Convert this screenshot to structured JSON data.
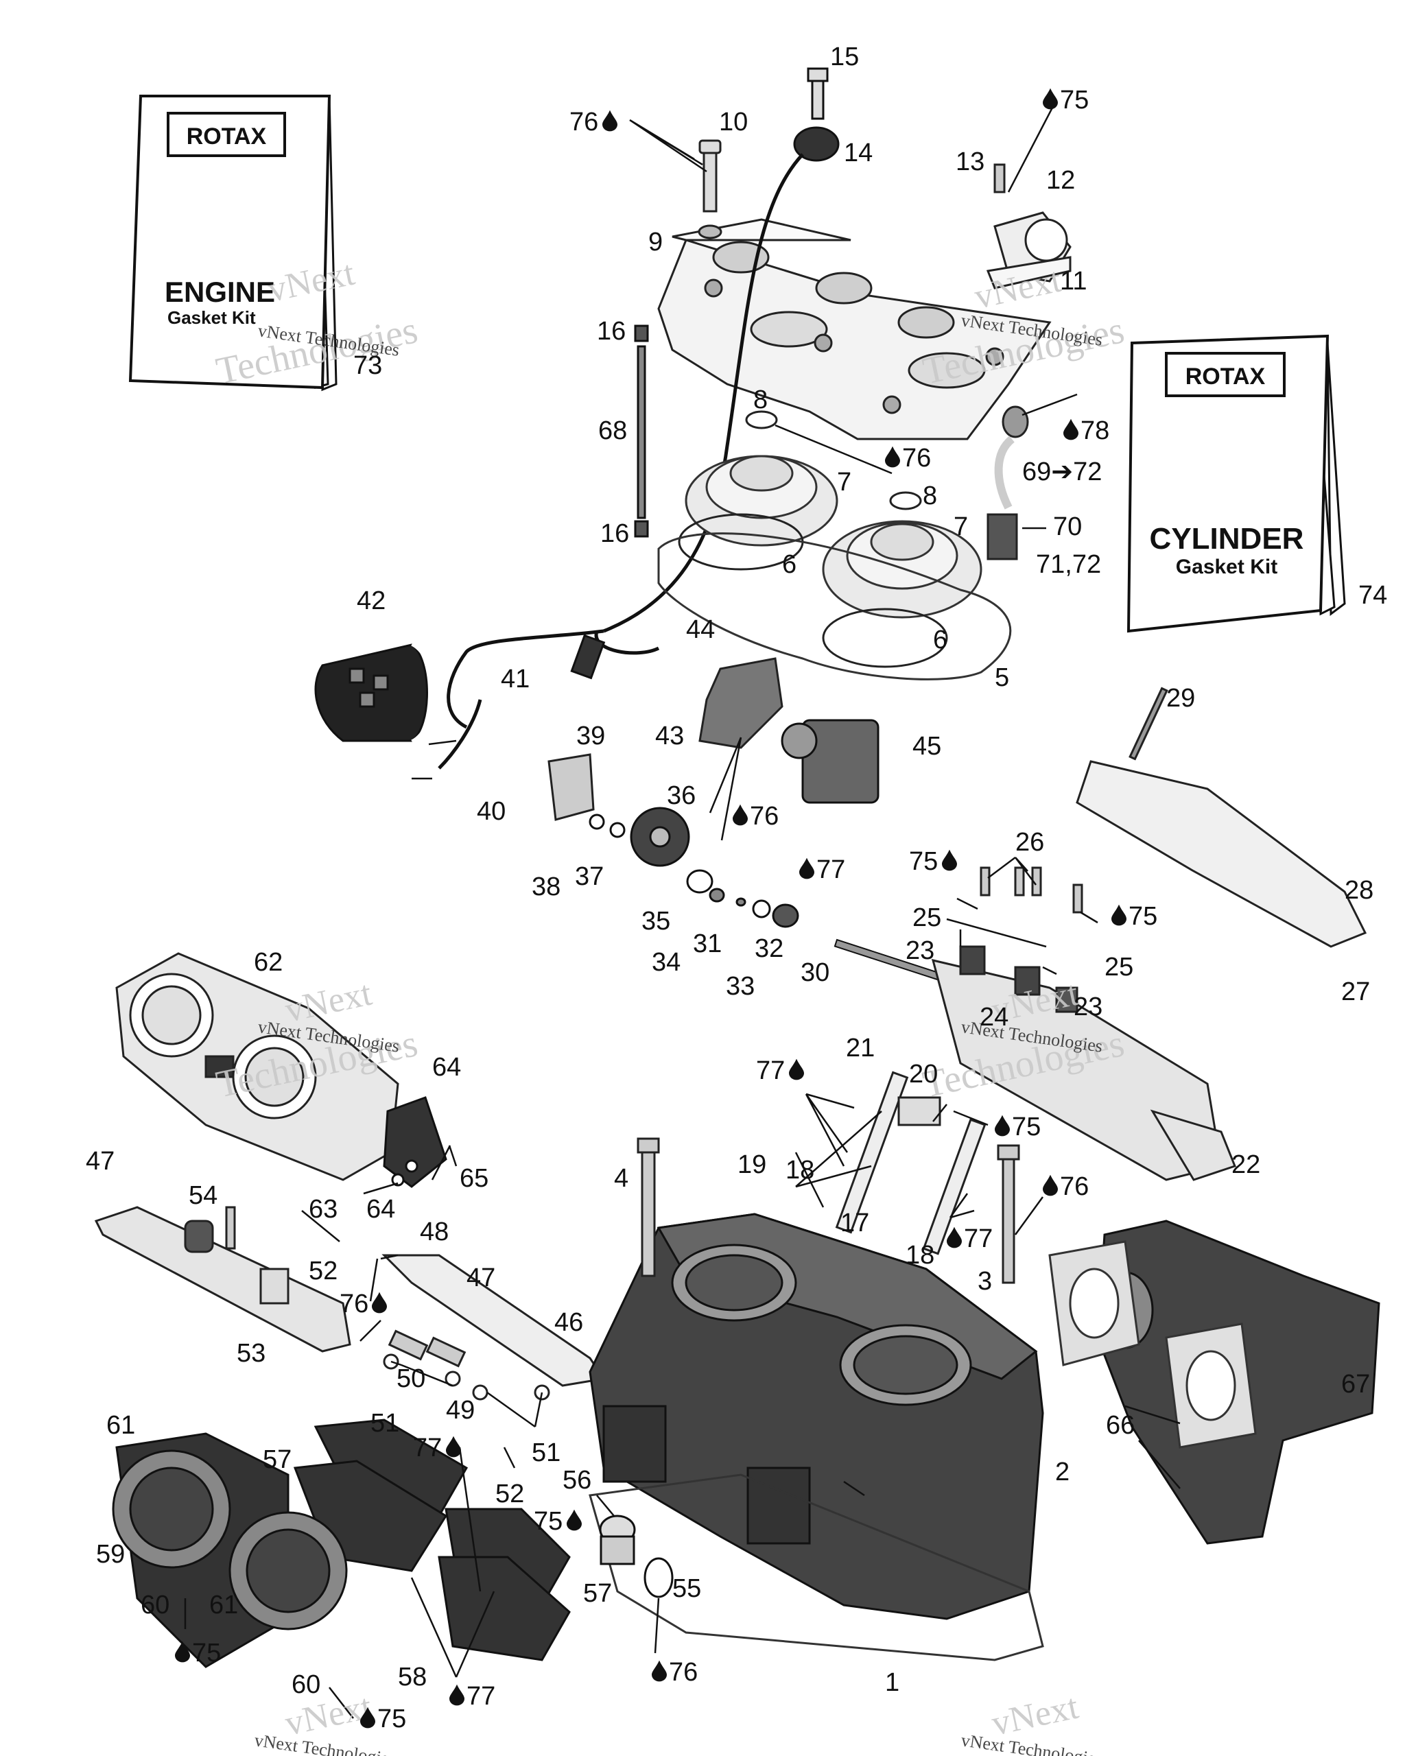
{
  "kits": {
    "engine": {
      "brand": "ROTAX",
      "line1": "ENGINE",
      "line2": "Gasket Kit"
    },
    "cylinder": {
      "brand": "ROTAX",
      "line1": "CYLINDER",
      "line2": "Gasket Kit"
    }
  },
  "watermark": {
    "brand": "vNext",
    "line1": "Technologies",
    "caption": "vNext Technologies"
  },
  "callouts": {
    "c1": "1",
    "c2": "2",
    "c3": "3",
    "c4": "4",
    "c5": "5",
    "c6a": "6",
    "c6b": "6",
    "c7a": "7",
    "c7b": "7",
    "c8a": "8",
    "c8b": "8",
    "c9": "9",
    "c10": "10",
    "c11": "11",
    "c12": "12",
    "c13": "13",
    "c14": "14",
    "c15": "15",
    "c16a": "16",
    "c16b": "16",
    "c17": "17",
    "c18a": "18",
    "c18b": "18",
    "c19": "19",
    "c20": "20",
    "c21": "21",
    "c22": "22",
    "c23a": "23",
    "c23b": "23",
    "c24": "24",
    "c25a": "25",
    "c25b": "25",
    "c26": "26",
    "c27": "27",
    "c28": "28",
    "c29": "29",
    "c30": "30",
    "c31": "31",
    "c32": "32",
    "c33": "33",
    "c34": "34",
    "c35": "35",
    "c36": "36",
    "c37": "37",
    "c38": "38",
    "c39": "39",
    "c40": "40",
    "c41": "41",
    "c42": "42",
    "c43": "43",
    "c44": "44",
    "c45": "45",
    "c46": "46",
    "c47a": "47",
    "c47b": "47",
    "c48": "48",
    "c49": "49",
    "c50": "50",
    "c51a": "51",
    "c51b": "51",
    "c52a": "52",
    "c52b": "52",
    "c53": "53",
    "c54": "54",
    "c55": "55",
    "c56": "56",
    "c57a": "57",
    "c57b": "57",
    "c58": "58",
    "c59": "59",
    "c60a": "60",
    "c60b": "60",
    "c61a": "61",
    "c61b": "61",
    "c62": "62",
    "c63": "63",
    "c64a": "64",
    "c64b": "64",
    "c65": "65",
    "c66": "66",
    "c67": "67",
    "c68": "68",
    "c69": "69➔72",
    "c70": "70",
    "c71": "71,72",
    "c73": "73",
    "c74": "74"
  },
  "lubes": {
    "l76a": "76",
    "l75a": "75",
    "l78": "78",
    "l76b": "76",
    "l76c": "76",
    "l77a": "77",
    "l75b": "75",
    "l75c": "75",
    "l77b": "77",
    "l75d": "75",
    "l76d": "76",
    "l77c": "77",
    "l76e": "76",
    "l77d": "77",
    "l75e": "75",
    "l75f": "75",
    "l76f": "76",
    "l77e": "77",
    "l75g": "75"
  }
}
